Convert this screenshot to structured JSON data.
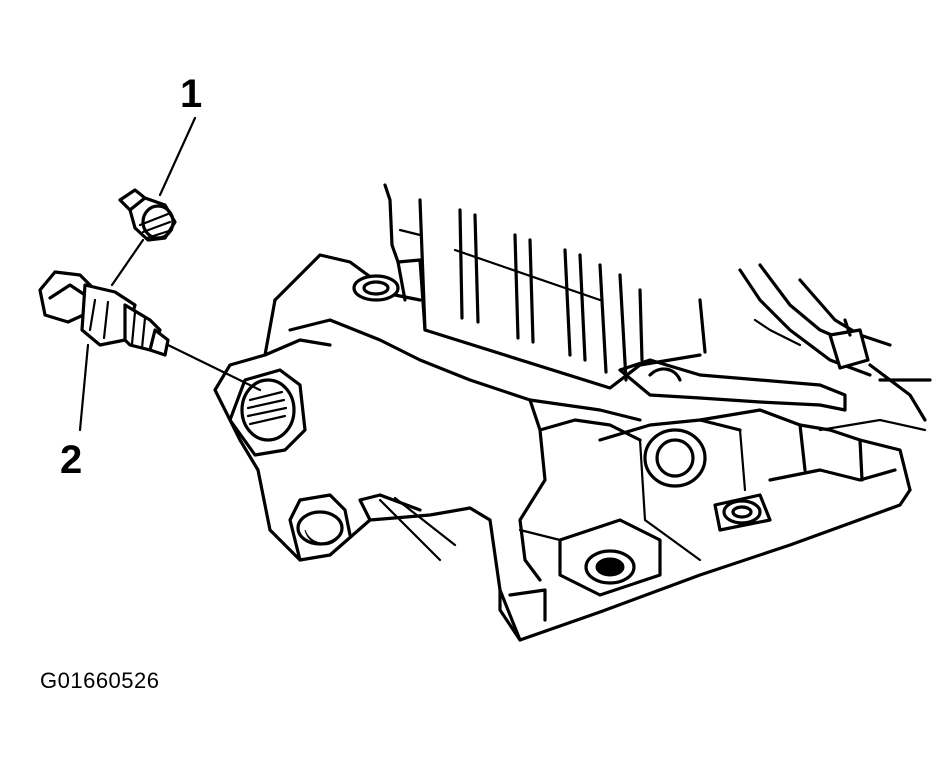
{
  "callouts": [
    {
      "number": "1"
    },
    {
      "number": "2"
    }
  ],
  "figure_id": "G01660526"
}
